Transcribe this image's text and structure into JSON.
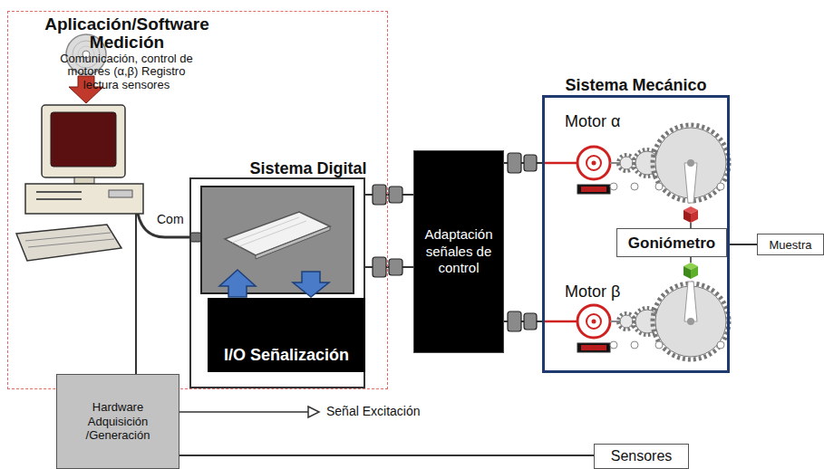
{
  "diagram": {
    "nodes": [
      {
        "text": [
          "Aplicación/Software Medición",
          "Comunicación, control de motores (α,β) Registro lectura sensores"
        ]
      },
      {
        "text": [
          "Sistema Digital"
        ],
        "in": 0
      },
      {
        "text": [
          "I/O Señalización"
        ],
        "in": 1
      },
      {
        "text": [
          "Adaptación señales de control"
        ]
      },
      {
        "text": [
          "Sistema Mecánico"
        ]
      },
      {
        "text": [
          "Goniómetro"
        ],
        "in": 4
      },
      {
        "text": [
          "Muestra"
        ]
      },
      {
        "text": [
          "Hardware Adquisición /Generación"
        ]
      },
      {
        "text": [
          "Sensores"
        ]
      }
    ],
    "edges": [
      {
        "from": 1,
        "to": 3,
        "arrow": "none"
      },
      {
        "from": 1,
        "to": 3,
        "arrow": "none"
      },
      {
        "from": 3,
        "to": 4,
        "arrow": "none"
      },
      {
        "from": 3,
        "to": 4,
        "arrow": "none"
      },
      {
        "from": 5,
        "to": 6,
        "arrow": "none"
      },
      {
        "from": 0,
        "to": 7,
        "arrow": "none"
      },
      {
        "from": 7,
        "to": 8,
        "arrow": "none"
      }
    ],
    "labels": [
      "Com",
      "Motor α",
      "Motor β",
      "Señal Excitación"
    ]
  }
}
